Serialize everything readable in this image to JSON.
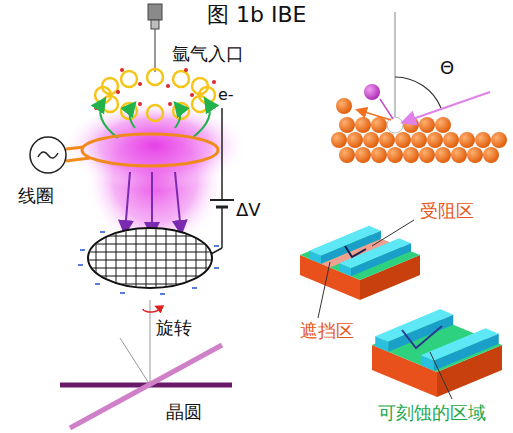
{
  "diagram": {
    "title": "图 1b IBE",
    "labels": [
      "氩气入口",
      "e-",
      "线圈",
      "ΔV",
      "Θ",
      "受阻区",
      "遮挡区",
      "旋转",
      "晶圆",
      "可刻蚀的区域"
    ]
  }
}
